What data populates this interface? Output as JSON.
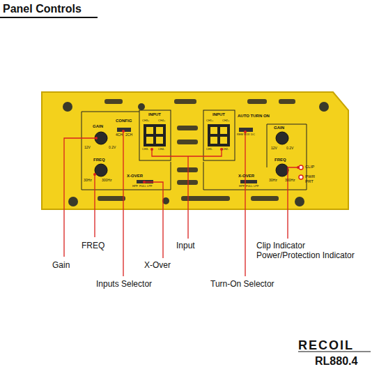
{
  "diagram": {
    "title": "Panel Controls",
    "labels": [
      "GAIN",
      "12V",
      "0.2V",
      "FREQ",
      "30Hz",
      "300Hz",
      "CONFIG",
      "4CH",
      "2CH",
      "X-OVER",
      "HPF",
      "FULL",
      "LPF",
      "INPUT",
      "CH3+",
      "CH4+",
      "CH3-",
      "CH4-",
      "INPUT",
      "CH1+",
      "CH2+",
      "CH1-",
      "CH2-",
      "AUTO TURN ON",
      "REM",
      "VOX",
      "DC",
      "GAIN",
      "12V",
      "0.2V",
      "FREQ",
      "30Hz",
      "300Hz",
      "X-OVER",
      "HPF",
      "FULL",
      "LPF",
      "CLIP",
      "PWR",
      "PRT",
      "FREQ",
      "Gain",
      "Inputs Selector",
      "X-Over",
      "Input",
      "Turn-On Selector",
      "Clip Indicator",
      "Power/Protection Indicator",
      "RECOIL",
      "RL880.4"
    ]
  }
}
